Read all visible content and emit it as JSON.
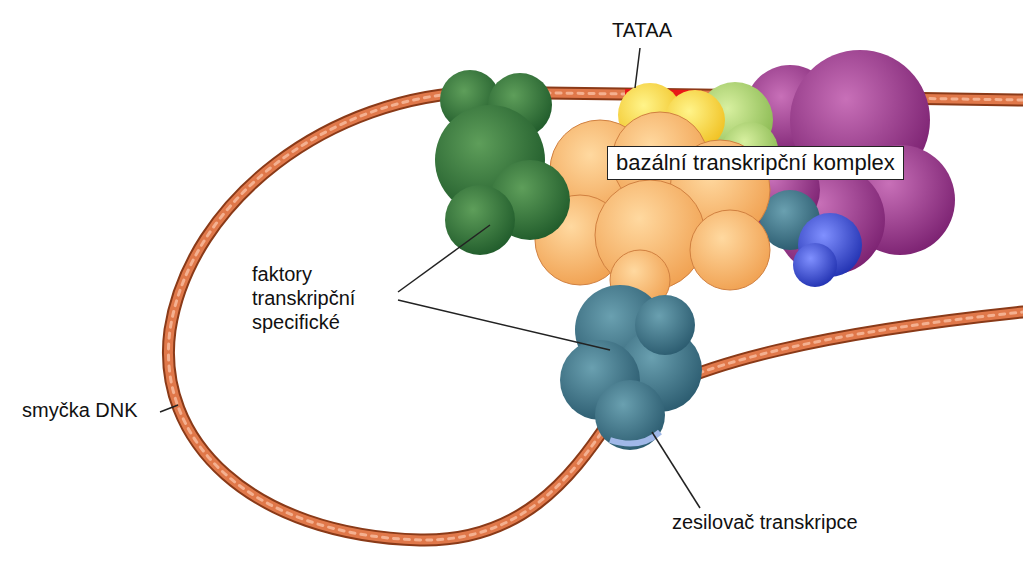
{
  "diagram": {
    "nodes": [
      {
        "text": [
          "bazální transkripční komplex"
        ]
      }
    ],
    "labels": [
      "TATAA",
      "faktory transkripční specifické",
      "smyčka DNK",
      "zesilovač transkripce"
    ]
  }
}
